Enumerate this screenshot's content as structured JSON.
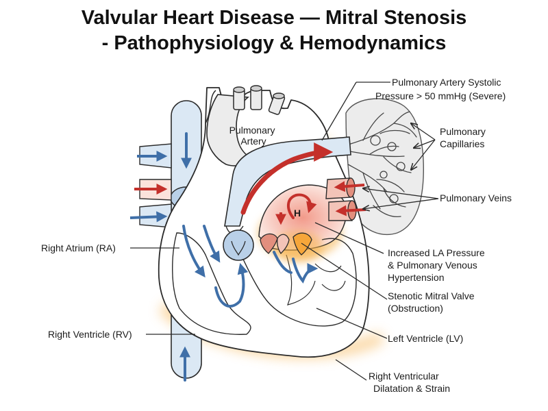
{
  "title": {
    "line1": "Valvular Heart Disease — Mitral Stenosis",
    "line2": "- Pathophysiology & Hemodynamics"
  },
  "labels": {
    "pulmonary_artery": [
      "Pulmonary",
      "Artery"
    ],
    "pa_pressure": [
      "Pulmonary Artery Systolic",
      "Pressure > 50 mmHg (Severe)"
    ],
    "pulmonary_capillaries": [
      "Pulmonary",
      "Capillaries"
    ],
    "pulmonary_veins": "Pulmonary Veins",
    "right_atrium": "Right Atrium (RA)",
    "la_pressure": [
      "Increased LA Pressure",
      "& Pulmonary Venous",
      "Hypertension"
    ],
    "mitral_valve": [
      "Stenotic Mitral Valve",
      "(Obstruction)"
    ],
    "left_ventricle": "Left Ventricle (LV)",
    "right_ventricle": "Right Ventricle (RV)",
    "rv_strain": [
      "Right Ventricular",
      "Dilatation & Strain"
    ],
    "la_marker": "H"
  },
  "colors": {
    "outline": "#2a2a2a",
    "vessel_blue": "#dbe8f4",
    "deoxy_arrow": "#3f6fa8",
    "oxy_arrow": "#c4302b",
    "glow": "#f6b04a",
    "tissue": "#eeeeee"
  }
}
